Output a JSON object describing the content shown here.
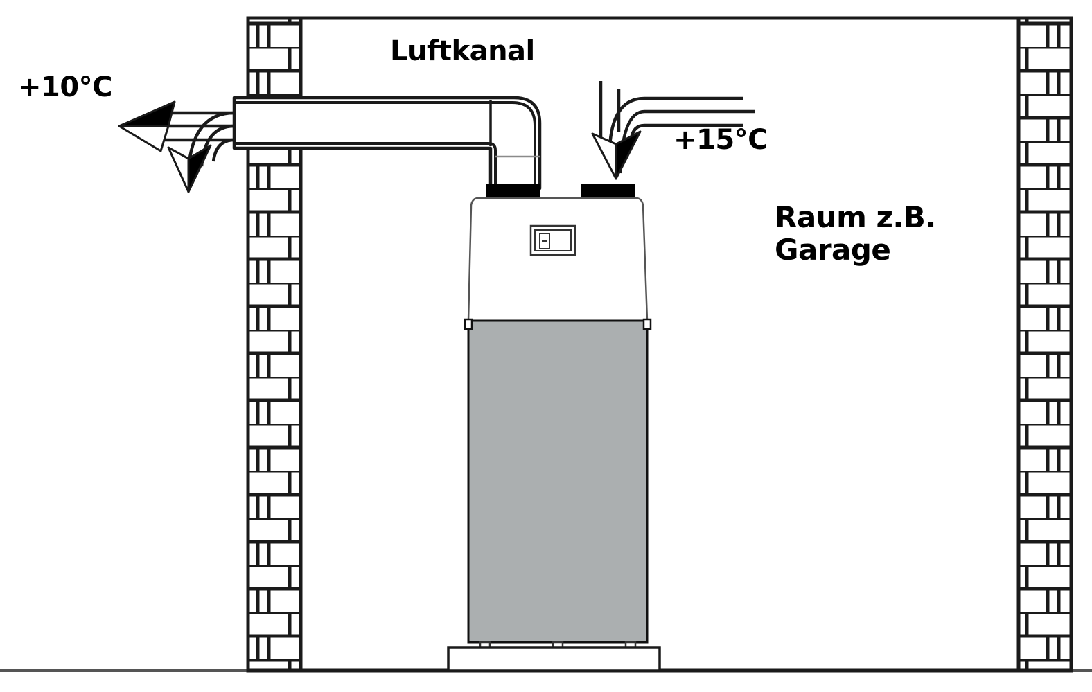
{
  "diagram": {
    "title_context": "Luftkanal Installation Raum",
    "labels": {
      "outlet_temperature": "+10°C",
      "duct": "Luftkanal",
      "inlet_temperature": "+15°C",
      "room": "Raum z.B.\nGarage"
    },
    "colors": {
      "stroke": "#000000",
      "background": "#ffffff",
      "device_body": "#abafb0",
      "connector": "#000000",
      "wall_fill": "#ffffff"
    },
    "elements": {
      "left_wall": "brick-wall-left",
      "right_wall": "brick-wall-right",
      "ceiling": "ceiling-line",
      "floor": "floor-line",
      "air_duct": "air-duct-through-wall",
      "duct_elbow": "duct-elbow-down",
      "exhaust_arrow": "arrow-exhaust-left",
      "exhaust_arrow_down": "arrow-exhaust-down",
      "intake_arrow": "arrow-intake-down",
      "heat_pump": "heat-pump-unit",
      "control_panel": "control-panel-display",
      "feet": "support-feet",
      "base_plate": "base-plate"
    },
    "counts": {
      "support_feet": 3,
      "duct_connectors": 2,
      "flow_lines_per_arrow": 3
    }
  }
}
